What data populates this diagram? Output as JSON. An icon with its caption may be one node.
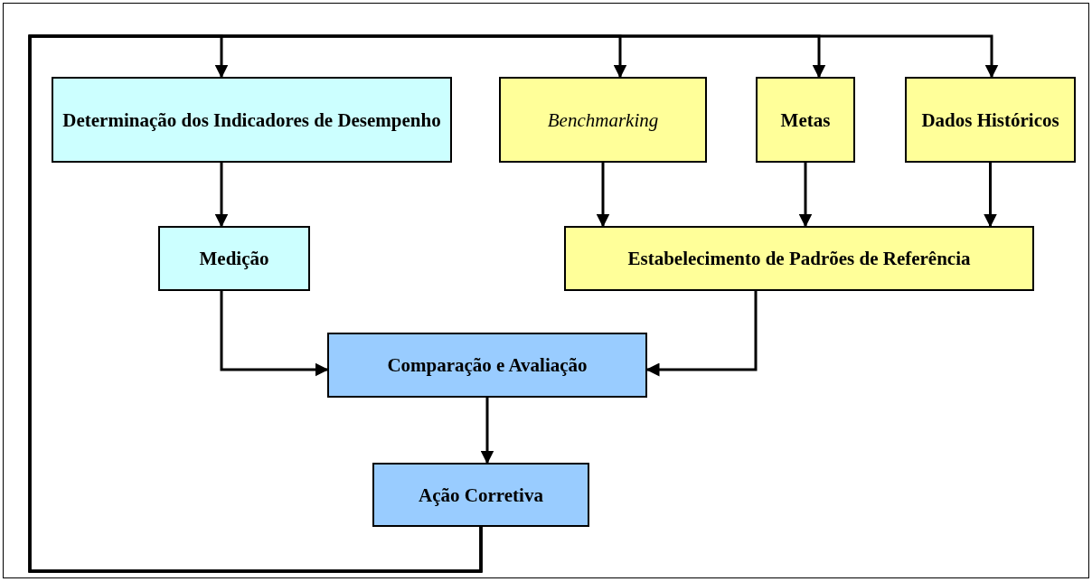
{
  "diagram": {
    "nodes": [
      {
        "text": [
          "Determinação dos Indicadores de Desempenho"
        ]
      },
      {
        "text": [
          "Benchmarking"
        ]
      },
      {
        "text": [
          "Metas"
        ]
      },
      {
        "text": [
          "Dados Históricos"
        ]
      },
      {
        "text": [
          "Medição"
        ]
      },
      {
        "text": [
          "Estabelecimento de Padrões de Referência"
        ]
      },
      {
        "text": [
          "Comparação e Avaliação"
        ]
      },
      {
        "text": [
          "Ação Corretiva"
        ]
      }
    ],
    "edges": [
      {
        "from": 7,
        "to": 0,
        "arrow": "to"
      },
      {
        "from": 7,
        "to": 1,
        "arrow": "to"
      },
      {
        "from": 7,
        "to": 2,
        "arrow": "to"
      },
      {
        "from": 7,
        "to": 3,
        "arrow": "to"
      },
      {
        "from": 0,
        "to": 4,
        "arrow": "to"
      },
      {
        "from": 1,
        "to": 5,
        "arrow": "to"
      },
      {
        "from": 2,
        "to": 5,
        "arrow": "to"
      },
      {
        "from": 3,
        "to": 5,
        "arrow": "to"
      },
      {
        "from": 4,
        "to": 6,
        "arrow": "to"
      },
      {
        "from": 5,
        "to": 6,
        "arrow": "to"
      },
      {
        "from": 6,
        "to": 7,
        "arrow": "to"
      }
    ]
  }
}
